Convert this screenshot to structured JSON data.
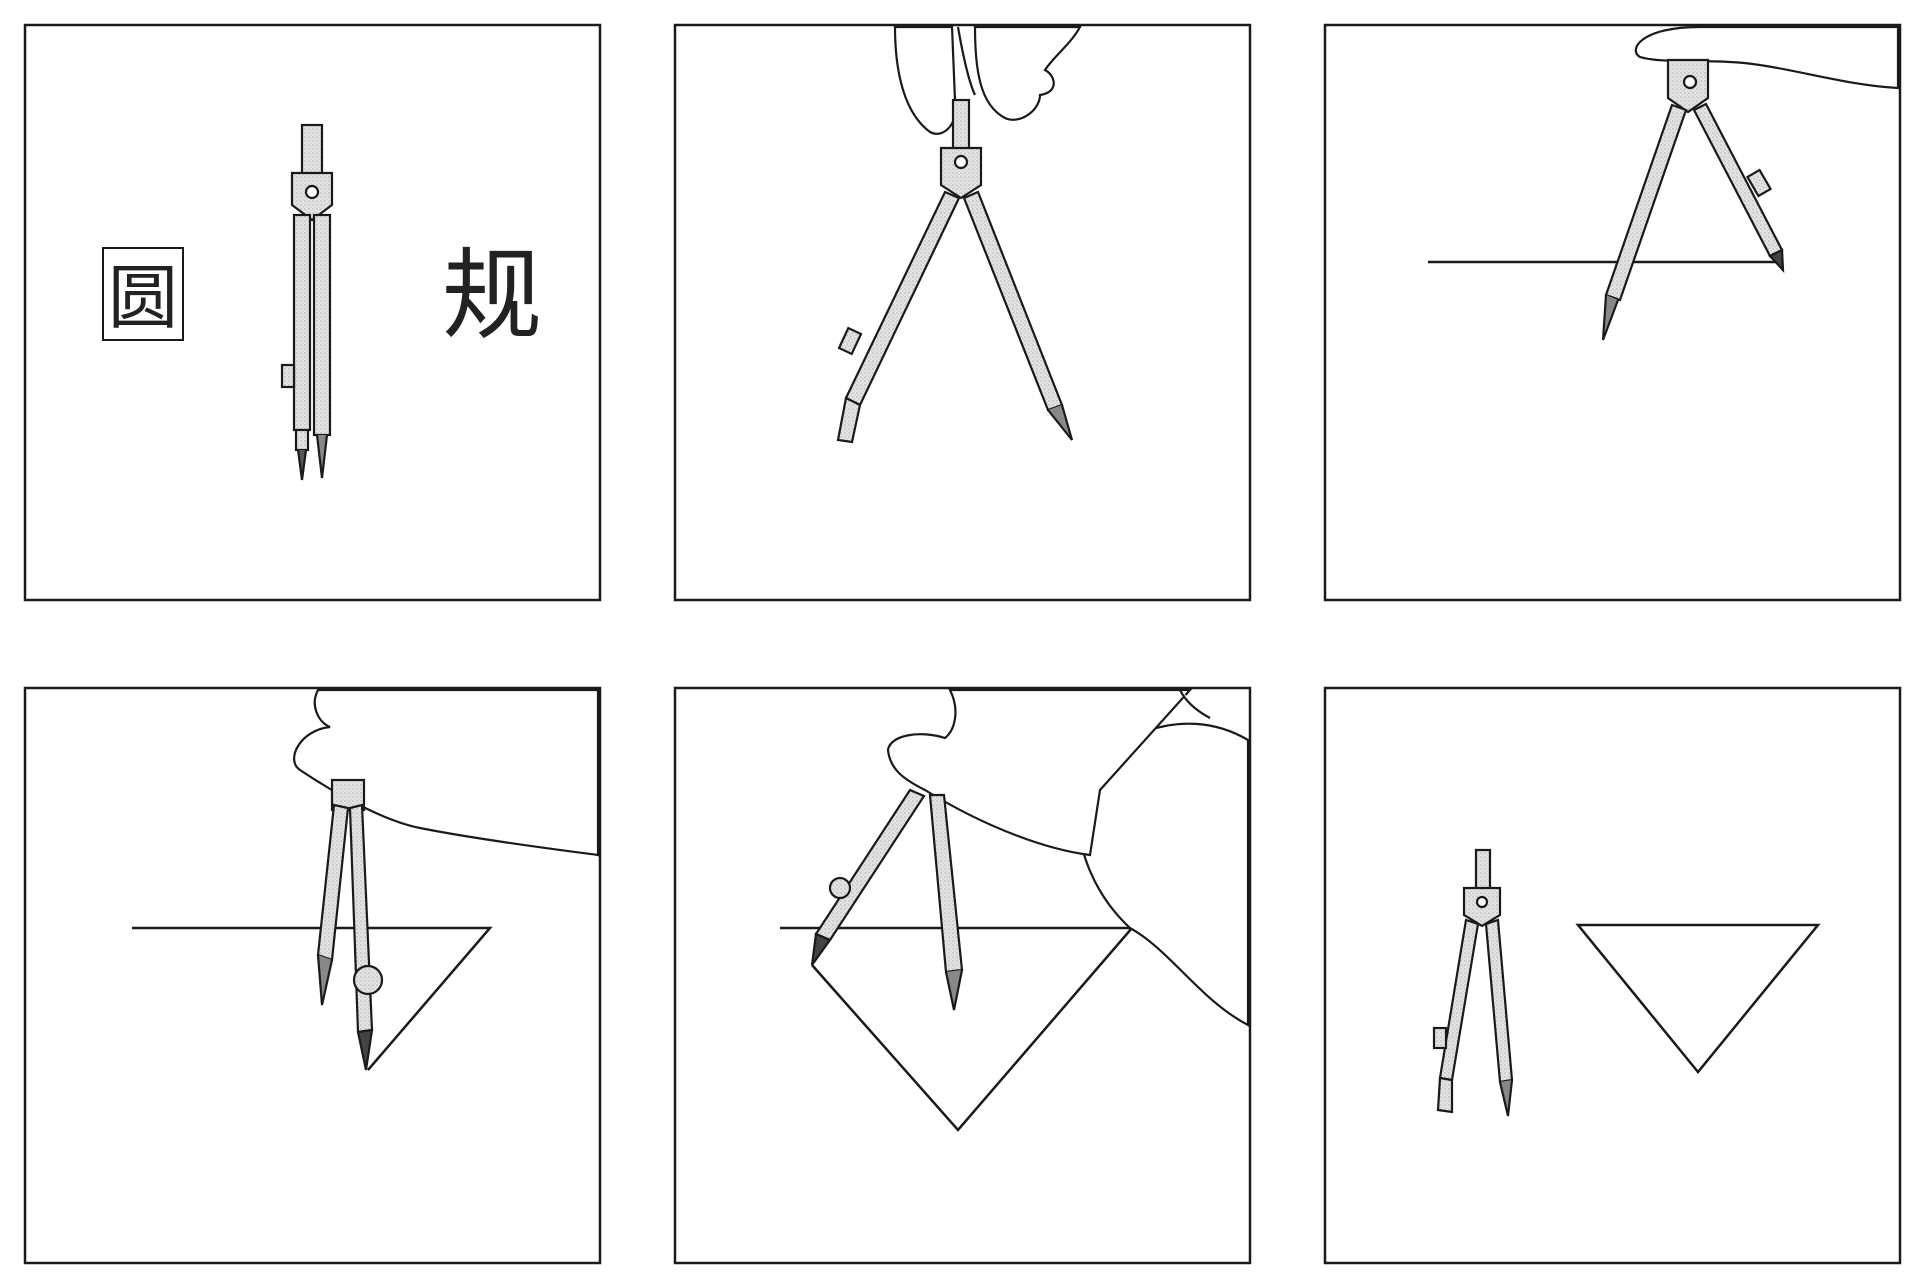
{
  "labels": {
    "char_yuan": "圆",
    "char_gui": "规"
  },
  "panels": [
    {
      "id": "panel-1",
      "content": "compass-closed"
    },
    {
      "id": "panel-2",
      "content": "compass-opened"
    },
    {
      "id": "panel-3",
      "content": "draw-base-line"
    },
    {
      "id": "panel-4",
      "content": "draw-first-side"
    },
    {
      "id": "panel-5",
      "content": "draw-second-side"
    },
    {
      "id": "panel-6",
      "content": "finished-triangle"
    }
  ],
  "colors": {
    "stroke": "#1a1a1a",
    "metal": "#dcdcdc",
    "paper": "#ffffff"
  }
}
